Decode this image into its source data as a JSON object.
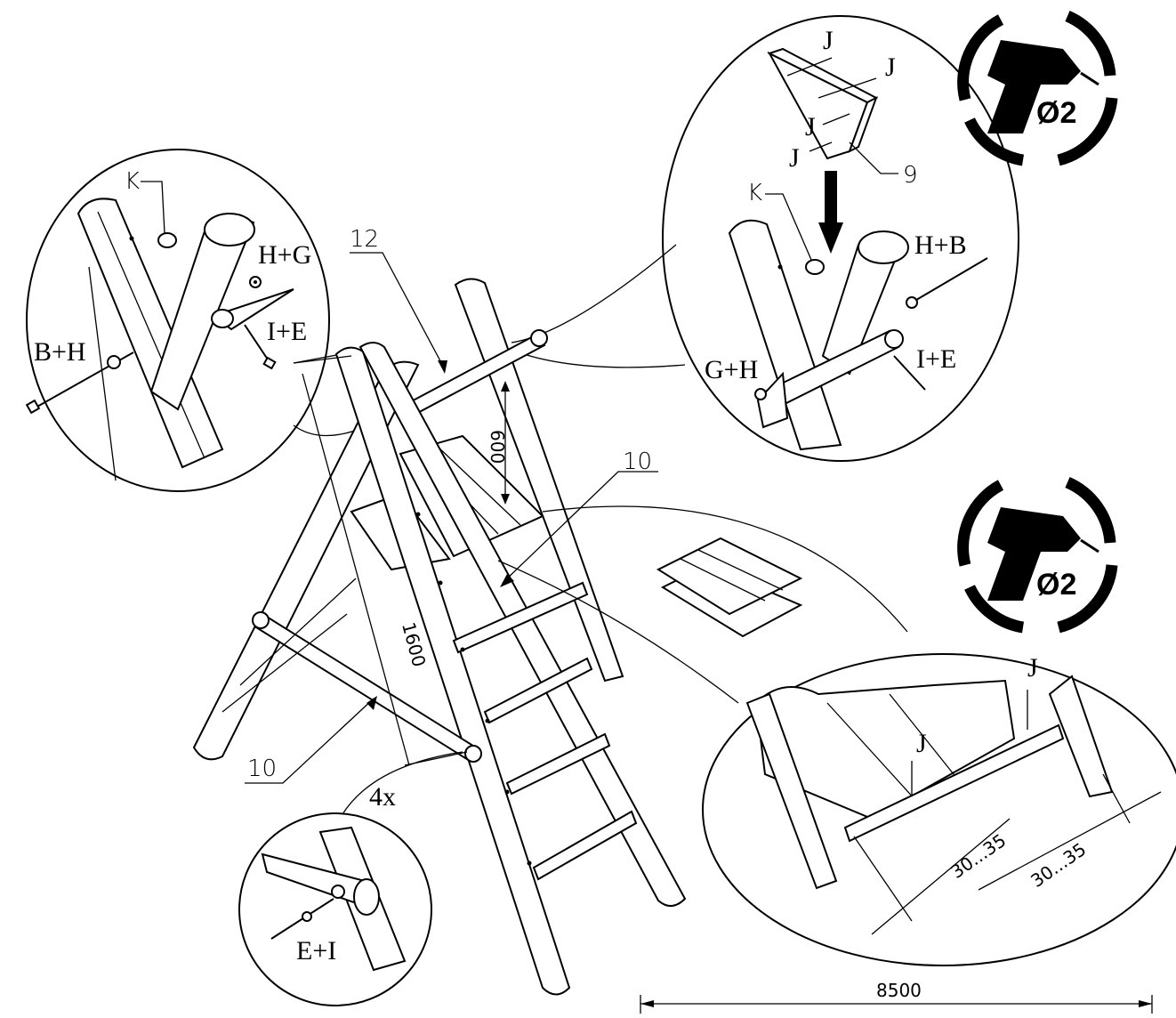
{
  "labels": {
    "part_12": "12",
    "part_10_top": "10",
    "part_10_bottom": "10",
    "part_9": "9",
    "k_left": "K",
    "k_right": "K",
    "hg": "H+G",
    "ie_left": "I+E",
    "bh": "B+H",
    "hb": "H+B",
    "gh": "G+H",
    "ie_right": "I+E",
    "j1": "J",
    "j2": "J",
    "j3": "J",
    "j4": "J",
    "j5": "J",
    "j6": "J",
    "ei": "E+I",
    "times4": "4x",
    "drill_top": "Ø2",
    "drill_bottom": "Ø2"
  },
  "dimensions": {
    "d600": "600",
    "d1600": "1600",
    "d8500": "8500",
    "d3035a": "30...35",
    "d3035b": "30...35"
  },
  "icons": [
    "drill-icon",
    "drill-icon"
  ]
}
